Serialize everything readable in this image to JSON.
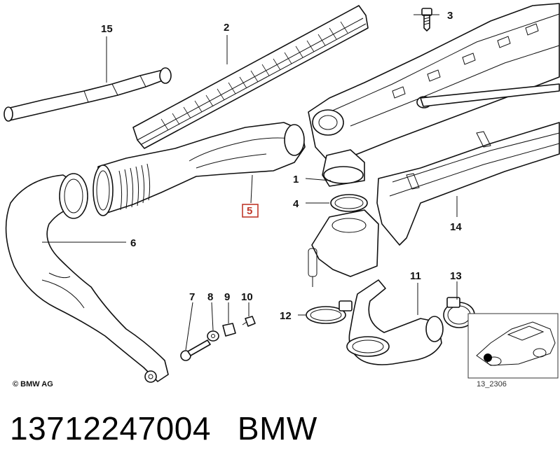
{
  "diagram": {
    "callouts": {
      "c1": "1",
      "c2": "2",
      "c3": "3",
      "c4": "4",
      "c5": "5",
      "c6": "6",
      "c7": "7",
      "c8": "8",
      "c9": "9",
      "c10": "10",
      "c11": "11",
      "c12": "12",
      "c13": "13",
      "c14": "14",
      "c15": "15"
    },
    "highlighted_callout": "5",
    "highlight_color": "#c0392b",
    "copyright": "© BMW AG",
    "ref_code": "13_2306"
  },
  "caption": {
    "part_number": "13712247004",
    "brand": "BMW"
  }
}
